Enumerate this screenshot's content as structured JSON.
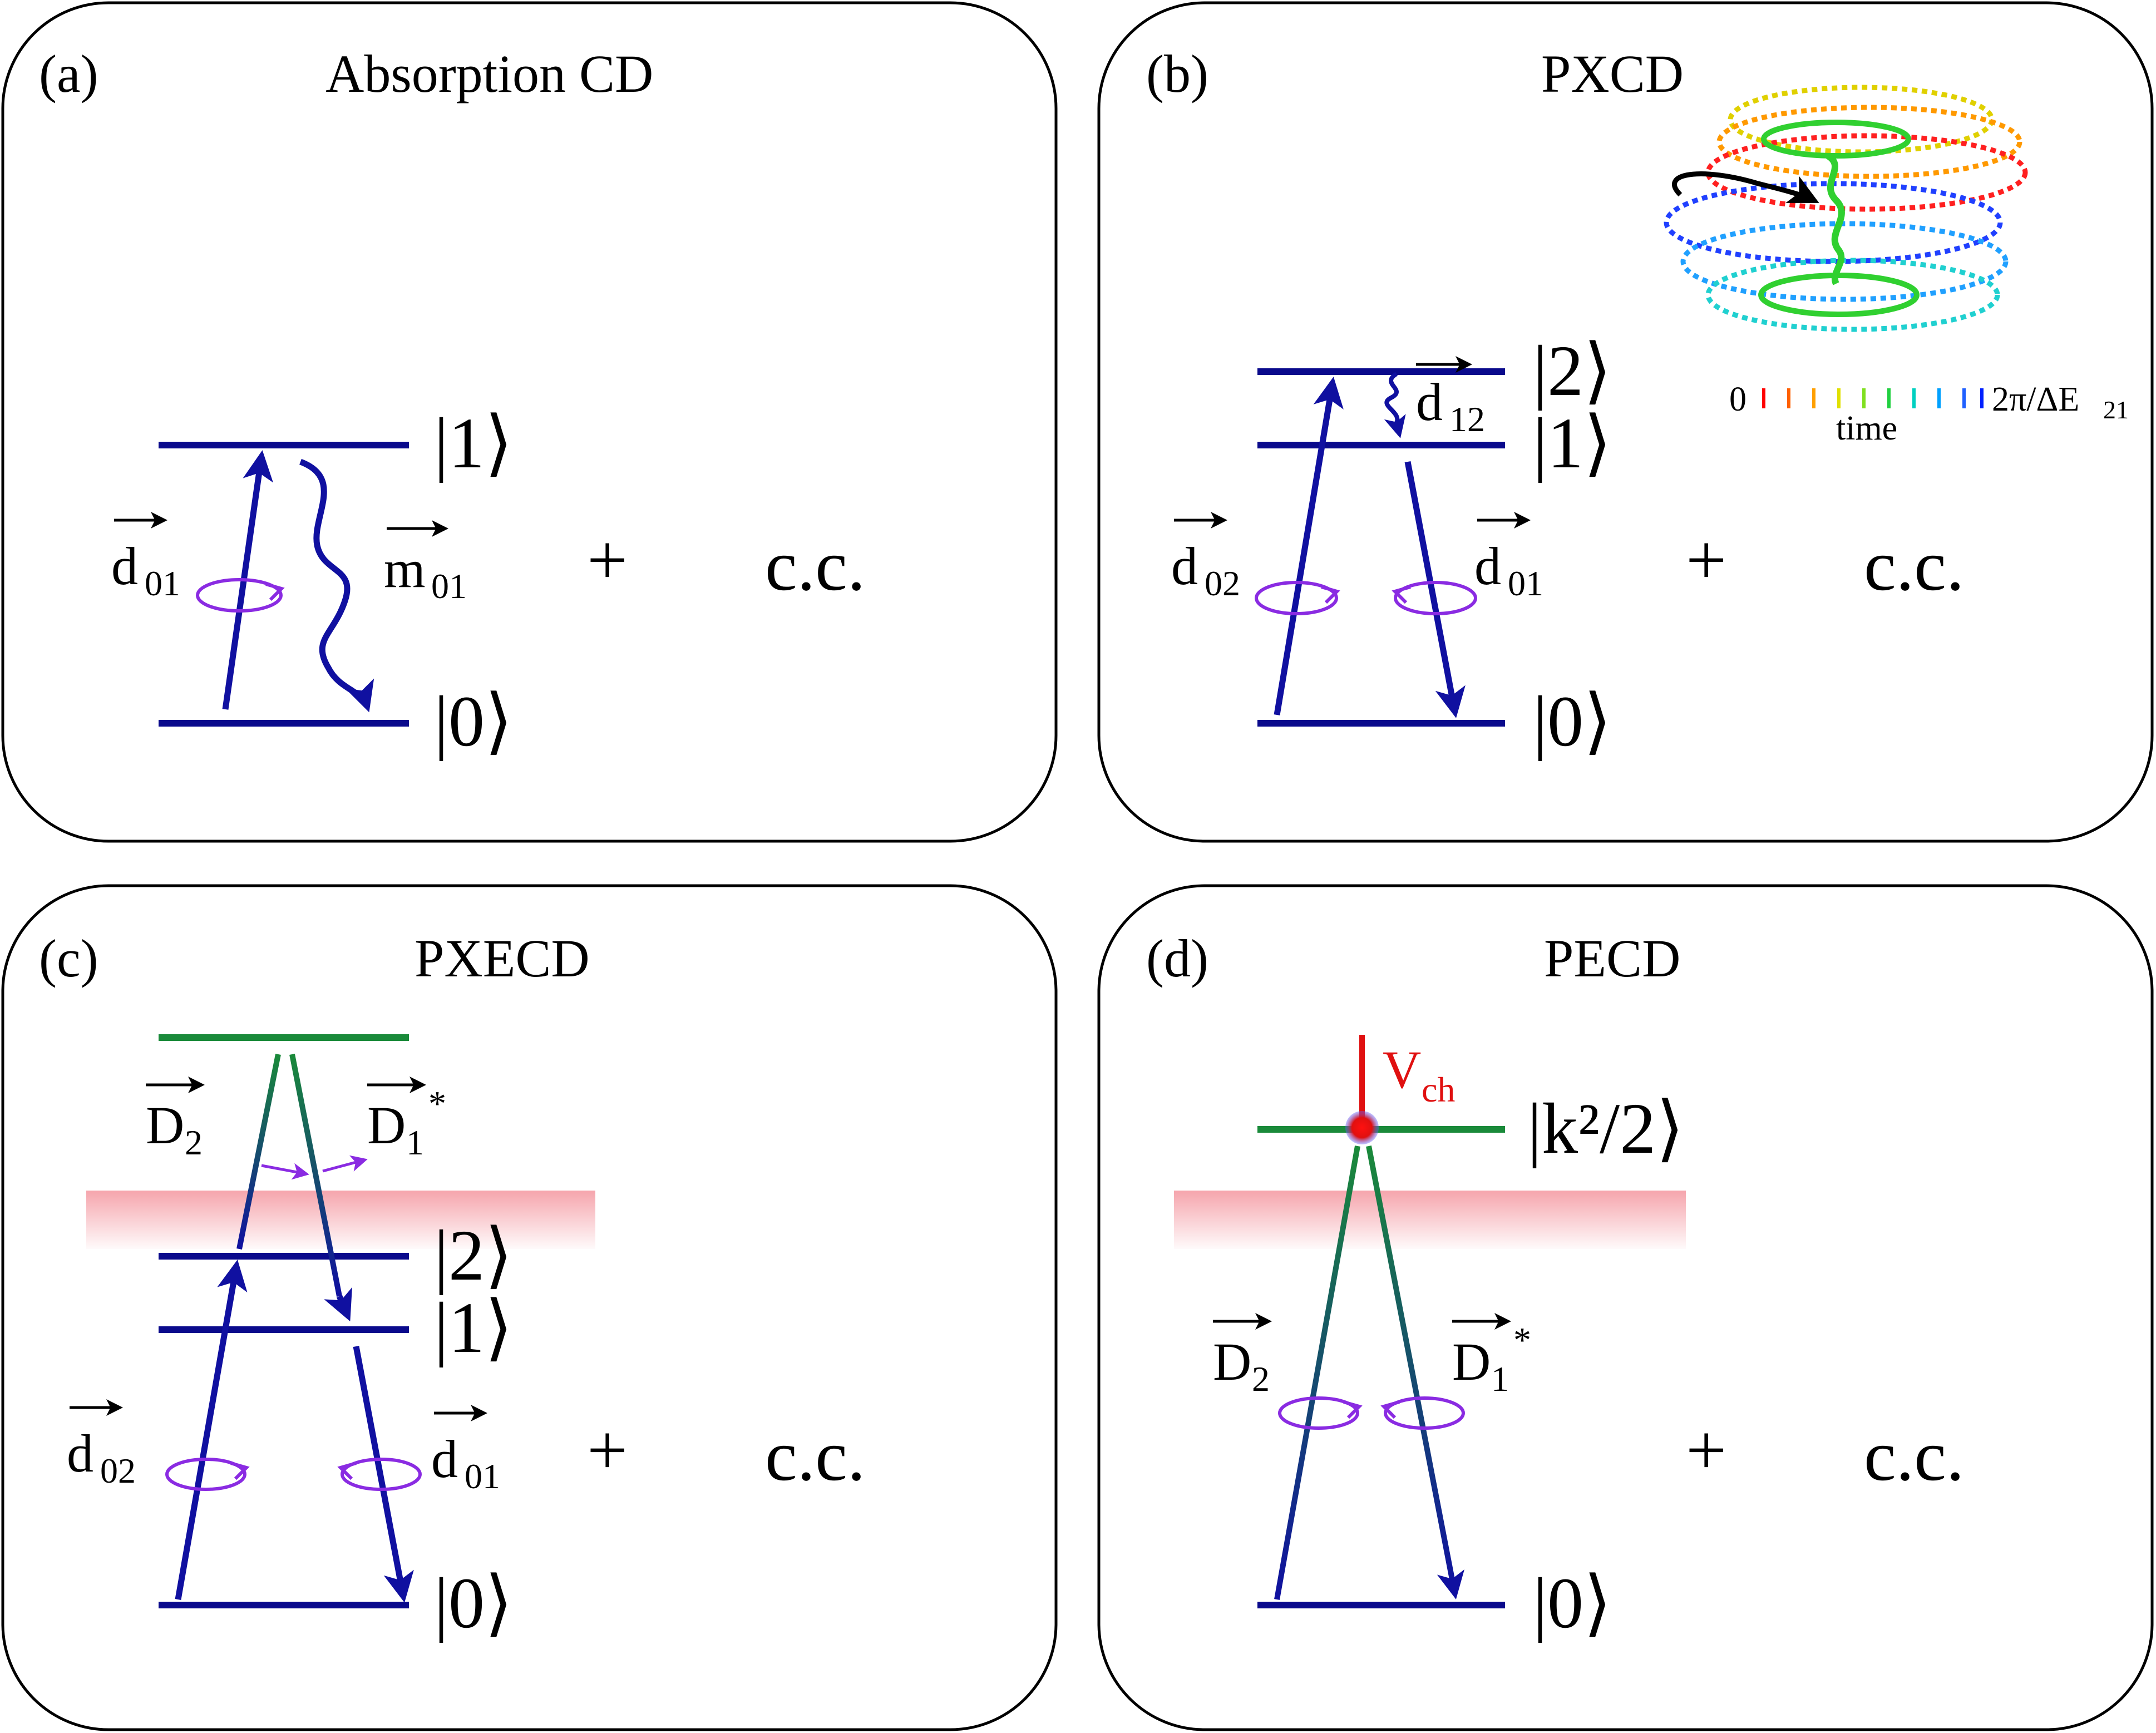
{
  "panels": {
    "a": {
      "tag": "(a)",
      "title": "Absorption CD",
      "level_top": "|1⟩",
      "level_bottom": "|0⟩",
      "vec1_base": "d",
      "vec1_sub": "01",
      "vec2_base": "m",
      "vec2_sub": "01",
      "plus": "+",
      "cc": "c.c."
    },
    "b": {
      "tag": "(b)",
      "title": "PXCD",
      "level_2": "|2⟩",
      "level_1": "|1⟩",
      "level_0": "|0⟩",
      "vec12_base": "d",
      "vec12_sub": "12",
      "vec02_base": "d",
      "vec02_sub": "02",
      "vec01_base": "d",
      "vec01_sub": "01",
      "plus": "+",
      "cc": "c.c.",
      "inset": {
        "t0": "0",
        "t_end": "2π/ΔE",
        "t_end_sub": "21",
        "axis": "time"
      }
    },
    "c": {
      "tag": "(c)",
      "title": "PXECD",
      "level_2": "|2⟩",
      "level_1": "|1⟩",
      "level_0": "|0⟩",
      "D2_base": "D",
      "D2_sub": "2",
      "D1_base": "D",
      "D1_sub": "1",
      "D1_sup": "*",
      "vec02_base": "d",
      "vec02_sub": "02",
      "vec01_base": "d",
      "vec01_sub": "01",
      "plus": "+",
      "cc": "c.c."
    },
    "d": {
      "tag": "(d)",
      "title": "PECD",
      "level_k": "|k²/2⟩",
      "level_0": "|0⟩",
      "V_base": "V",
      "V_sub": "ch",
      "D2_base": "D",
      "D2_sub": "2",
      "D1_base": "D",
      "D1_sub": "1",
      "D1_sup": "*",
      "plus": "+",
      "cc": "c.c."
    }
  },
  "colors": {
    "level": "#0a0a8c",
    "arrow": "#1010a0",
    "continuum_level": "#1a8a3a",
    "circular": "#8a2be2",
    "potential": "#e01010",
    "continuum_band": "#f5a0a8"
  }
}
